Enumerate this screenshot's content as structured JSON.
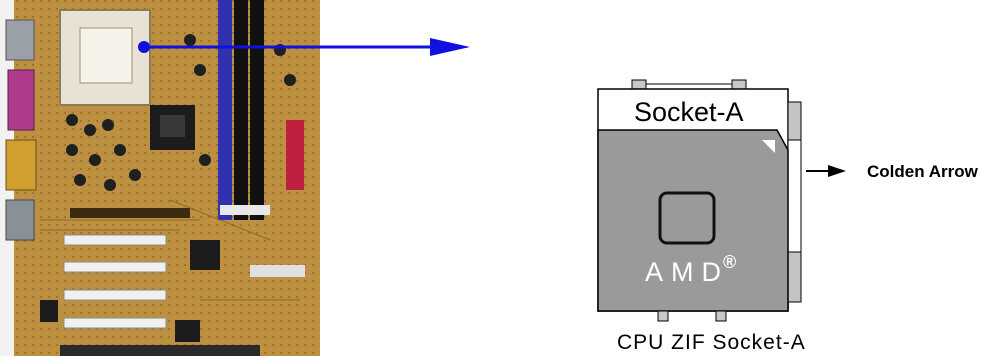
{
  "socket_diagram": {
    "socket_label": "Socket-A",
    "cpu_brand": "AMD",
    "registered_mark": "®",
    "caption": "CPU ZIF Socket-A",
    "arrow_label": "Colden Arrow"
  },
  "colors": {
    "pointer_arrow": "#1010e0",
    "board_pcb": "#b58a3a",
    "cpu_body": "#9a9a9a"
  }
}
